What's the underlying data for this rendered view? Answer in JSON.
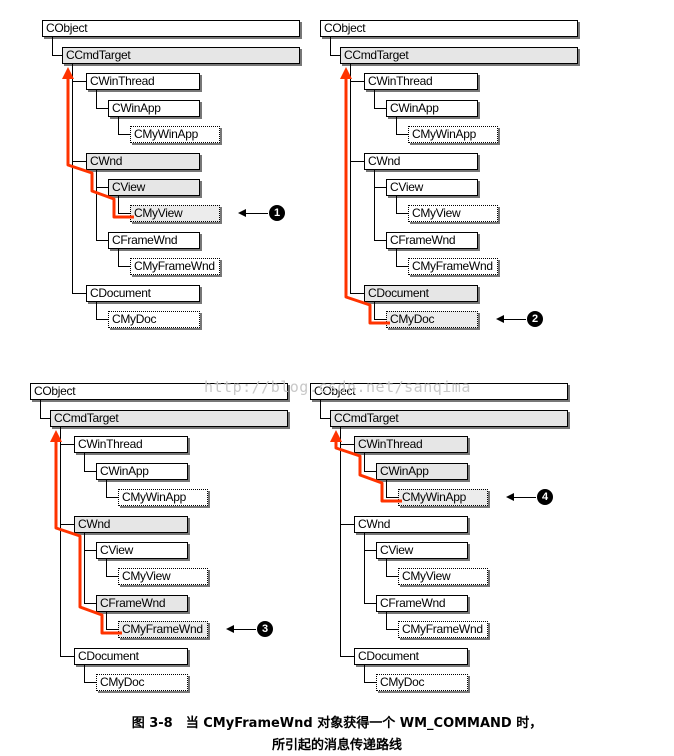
{
  "watermark": "http://blog.csdn.net/sanqima",
  "caption": {
    "line1": "图 3-8　当 CMyFrameWnd 对象获得一个 WM_COMMAND 时，",
    "line2": "所引起的消息传递路线"
  },
  "path_color": "#ff3300",
  "diagrams": [
    {
      "id": "1",
      "marker": "1",
      "target": "CMyView",
      "highlighted": [
        "CMyView",
        "CView",
        "CWnd",
        "CCmdTarget"
      ]
    },
    {
      "id": "2",
      "marker": "2",
      "target": "CMyDoc",
      "highlighted": [
        "CMyDoc",
        "CDocument",
        "CCmdTarget"
      ]
    },
    {
      "id": "3",
      "marker": "3",
      "target": "CMyFrameWnd",
      "highlighted": [
        "CMyFrameWnd",
        "CFrameWnd",
        "CWnd",
        "CCmdTarget"
      ]
    },
    {
      "id": "4",
      "marker": "4",
      "target": "CMyWinApp",
      "highlighted": [
        "CMyWinApp",
        "CWinApp",
        "CWinThread",
        "CCmdTarget"
      ]
    }
  ],
  "classes": {
    "CObject": "CObject",
    "CCmdTarget": "CCmdTarget",
    "CWinThread": "CWinThread",
    "CWinApp": "CWinApp",
    "CMyWinApp": "CMyWinApp",
    "CWnd": "CWnd",
    "CView": "CView",
    "CMyView": "CMyView",
    "CFrameWnd": "CFrameWnd",
    "CMyFrameWnd": "CMyFrameWnd",
    "CDocument": "CDocument",
    "CMyDoc": "CMyDoc"
  }
}
